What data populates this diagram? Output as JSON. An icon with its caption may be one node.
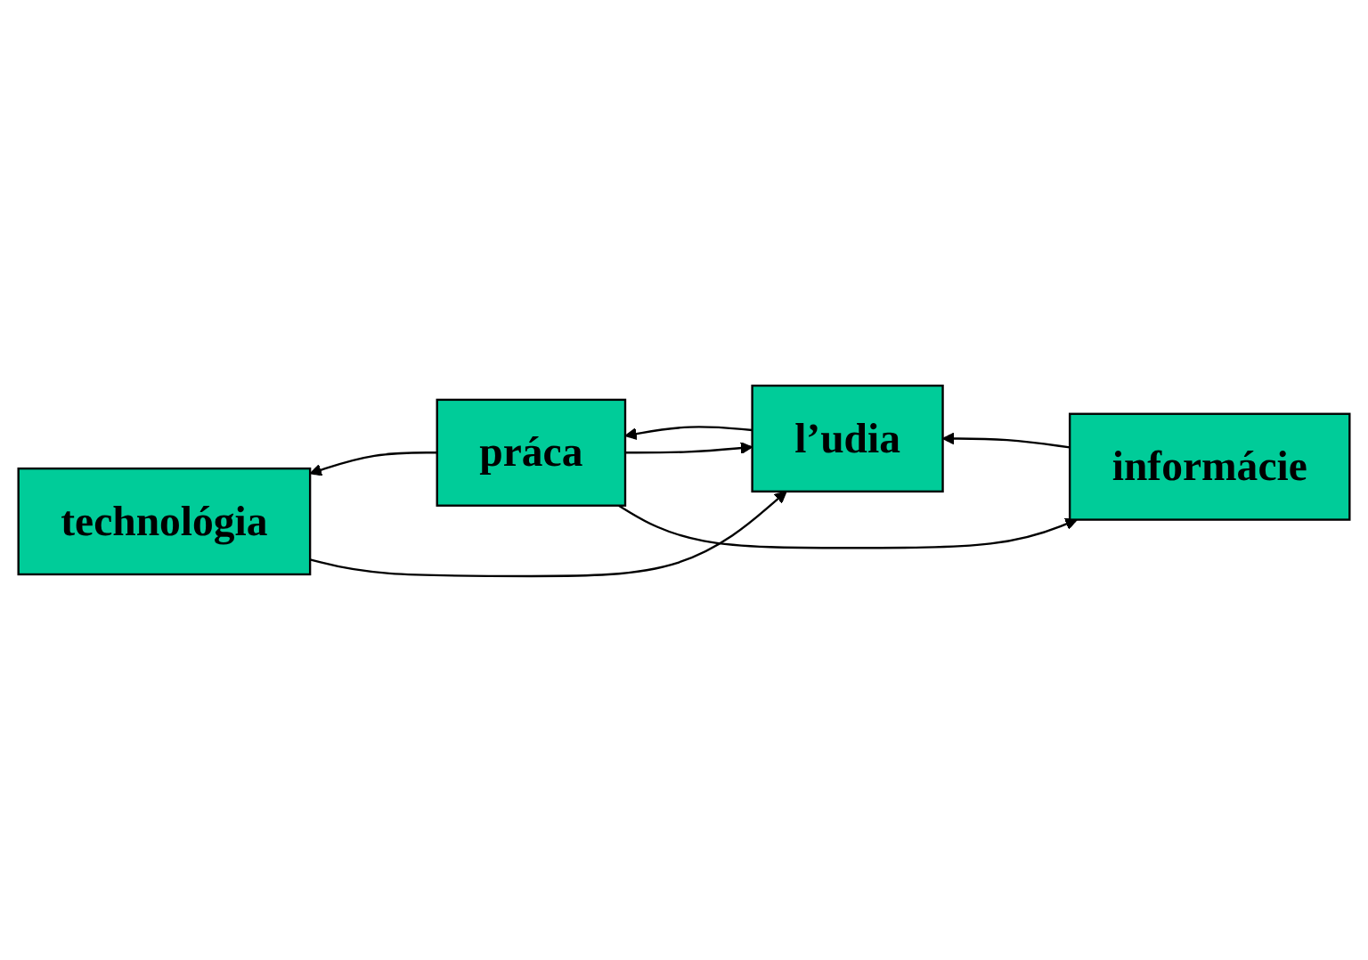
{
  "diagram": {
    "nodes": [
      {
        "text": [
          "informácie"
        ]
      },
      {
        "text": [
          "l’udia"
        ]
      },
      {
        "text": [
          "práca"
        ]
      },
      {
        "text": [
          "technológia"
        ]
      }
    ],
    "edges": [
      {
        "from": 0,
        "to": 1,
        "arrow": "to"
      },
      {
        "from": 1,
        "to": 2,
        "arrow": "to"
      },
      {
        "from": 2,
        "to": 1,
        "arrow": "to"
      },
      {
        "from": 2,
        "to": 0,
        "arrow": "to"
      },
      {
        "from": 2,
        "to": 3,
        "arrow": "to"
      },
      {
        "from": 3,
        "to": 1,
        "arrow": "to"
      }
    ]
  }
}
